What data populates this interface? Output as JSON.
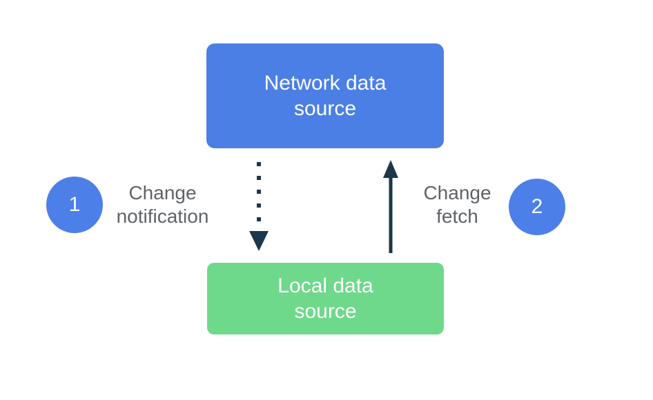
{
  "diagram": {
    "network_box": {
      "label_line1": "Network data",
      "label_line2": "source"
    },
    "local_box": {
      "label_line1": "Local data",
      "label_line2": "source"
    },
    "steps": [
      {
        "number": "1",
        "label_line1": "Change",
        "label_line2": "notification"
      },
      {
        "number": "2",
        "label_line1": "Change",
        "label_line2": "fetch"
      }
    ],
    "arrows": [
      {
        "name": "change-notification-arrow",
        "style": "dotted",
        "direction": "down"
      },
      {
        "name": "change-fetch-arrow",
        "style": "solid",
        "direction": "up"
      }
    ]
  },
  "colors": {
    "box-blue": "#4B7FE6",
    "box-green": "#6FD98B",
    "badge-blue": "#4C80E8",
    "arrow-dark": "#1C374B",
    "label-gray": "#5F6368",
    "text-white": "#FFFFFF",
    "background": "#FFFFFF"
  }
}
